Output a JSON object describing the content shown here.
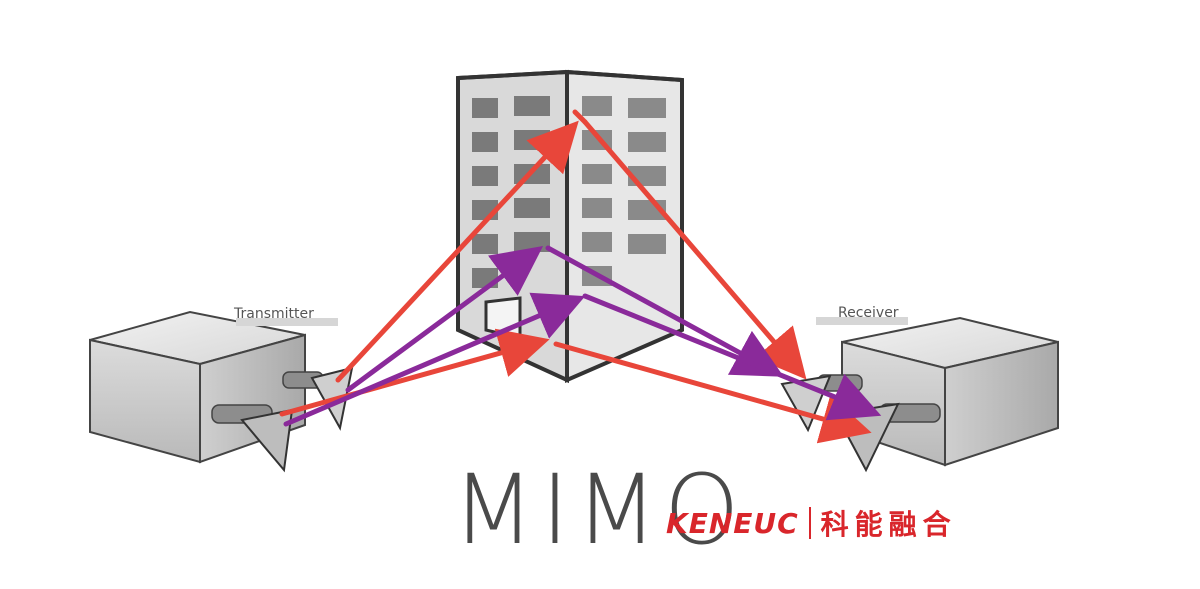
{
  "labels": {
    "transmitter": "Transmitter",
    "receiver": "Receiver"
  },
  "title": "MIMO",
  "brand": {
    "name_en": "KENEUC",
    "name_cn": "科能融合"
  },
  "colors": {
    "signal_red": "#e8463a",
    "signal_purple": "#8a2a9a",
    "brand_red": "#d9262b",
    "building_dark": "#333333",
    "window_gray": "#7a7a7a"
  }
}
